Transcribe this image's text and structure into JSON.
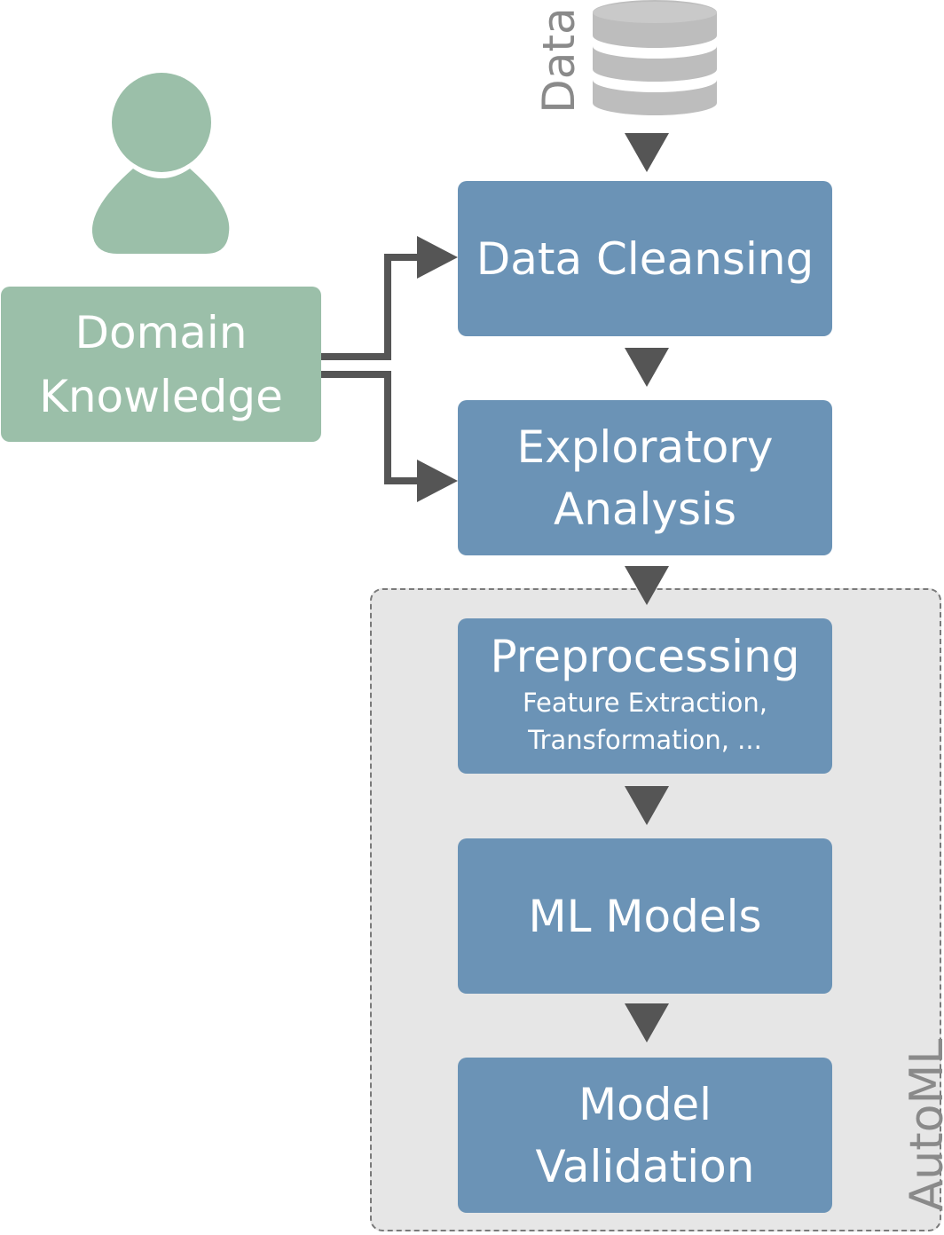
{
  "colors": {
    "step_fill": "#6b93b6",
    "domain_fill": "#9bbfa9",
    "person_fill": "#9bbfa9",
    "database_fill": "#bdbdbd",
    "arrow": "#555555",
    "automl_region": "#e6e6e6",
    "label_gray": "#8a8a8a"
  },
  "data_source": {
    "label": "Data",
    "icon": "database-icon"
  },
  "person": {
    "icon": "person-icon"
  },
  "domain_knowledge": {
    "line1": "Domain",
    "line2": "Knowledge"
  },
  "steps": {
    "data_cleansing": {
      "line1": "Data Cleansing"
    },
    "exploratory_analysis": {
      "line1": "Exploratory",
      "line2": "Analysis"
    },
    "preprocessing": {
      "line1": "Preprocessing",
      "sub1": "Feature Extraction,",
      "sub2": "Transformation, ..."
    },
    "ml_models": {
      "line1": "ML Models"
    },
    "model_validation": {
      "line1": "Model",
      "line2": "Validation"
    }
  },
  "automl": {
    "label": "AutoML"
  }
}
